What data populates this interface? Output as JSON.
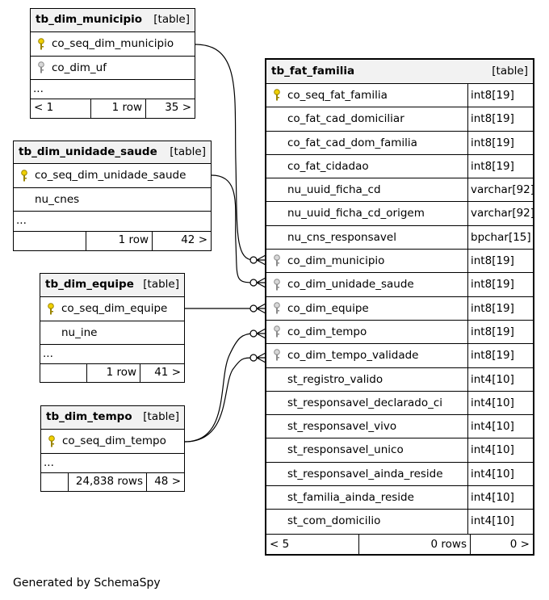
{
  "caption": "Generated by SchemaSpy",
  "tables": {
    "municipio": {
      "name": "tb_dim_municipio",
      "kind": "[table]",
      "columns": [
        {
          "name": "co_seq_dim_municipio",
          "key": "primary"
        },
        {
          "name": "co_dim_uf",
          "key": "foreign"
        }
      ],
      "ellipsis": "...",
      "footer": [
        "< 1",
        "1 row",
        "35 >"
      ]
    },
    "unidade_saude": {
      "name": "tb_dim_unidade_saude",
      "kind": "[table]",
      "columns": [
        {
          "name": "co_seq_dim_unidade_saude",
          "key": "primary"
        },
        {
          "name": "nu_cnes",
          "key": ""
        }
      ],
      "ellipsis": "...",
      "footer": [
        "",
        "1 row",
        "42 >"
      ]
    },
    "equipe": {
      "name": "tb_dim_equipe",
      "kind": "[table]",
      "columns": [
        {
          "name": "co_seq_dim_equipe",
          "key": "primary"
        },
        {
          "name": "nu_ine",
          "key": ""
        }
      ],
      "ellipsis": "...",
      "footer": [
        "",
        "1 row",
        "41 >"
      ]
    },
    "tempo": {
      "name": "tb_dim_tempo",
      "kind": "[table]",
      "columns": [
        {
          "name": "co_seq_dim_tempo",
          "key": "primary"
        }
      ],
      "ellipsis": "...",
      "footer": [
        "",
        "24,838 rows",
        "48 >"
      ]
    },
    "fat_familia": {
      "name": "tb_fat_familia",
      "kind": "[table]",
      "columns": [
        {
          "name": "co_seq_fat_familia",
          "type": "int8[19]",
          "key": "primary"
        },
        {
          "name": "co_fat_cad_domiciliar",
          "type": "int8[19]",
          "key": ""
        },
        {
          "name": "co_fat_cad_dom_familia",
          "type": "int8[19]",
          "key": ""
        },
        {
          "name": "co_fat_cidadao",
          "type": "int8[19]",
          "key": ""
        },
        {
          "name": "nu_uuid_ficha_cd",
          "type": "varchar[92]",
          "key": ""
        },
        {
          "name": "nu_uuid_ficha_cd_origem",
          "type": "varchar[92]",
          "key": ""
        },
        {
          "name": "nu_cns_responsavel",
          "type": "bpchar[15]",
          "key": ""
        },
        {
          "name": "co_dim_municipio",
          "type": "int8[19]",
          "key": "foreign"
        },
        {
          "name": "co_dim_unidade_saude",
          "type": "int8[19]",
          "key": "foreign"
        },
        {
          "name": "co_dim_equipe",
          "type": "int8[19]",
          "key": "foreign"
        },
        {
          "name": "co_dim_tempo",
          "type": "int8[19]",
          "key": "foreign"
        },
        {
          "name": "co_dim_tempo_validade",
          "type": "int8[19]",
          "key": "foreign"
        },
        {
          "name": "st_registro_valido",
          "type": "int4[10]",
          "key": ""
        },
        {
          "name": "st_responsavel_declarado_ci",
          "type": "int4[10]",
          "key": ""
        },
        {
          "name": "st_responsavel_vivo",
          "type": "int4[10]",
          "key": ""
        },
        {
          "name": "st_responsavel_unico",
          "type": "int4[10]",
          "key": ""
        },
        {
          "name": "st_responsavel_ainda_reside",
          "type": "int4[10]",
          "key": ""
        },
        {
          "name": "st_familia_ainda_reside",
          "type": "int4[10]",
          "key": ""
        },
        {
          "name": "st_com_domicilio",
          "type": "int4[10]",
          "key": ""
        }
      ],
      "footer": [
        "< 5",
        "0 rows",
        "0 >"
      ]
    }
  },
  "relationships": [
    {
      "from": "tb_dim_municipio.co_seq_dim_municipio",
      "to": "tb_fat_familia.co_dim_municipio"
    },
    {
      "from": "tb_dim_unidade_saude.co_seq_dim_unidade_saude",
      "to": "tb_fat_familia.co_dim_unidade_saude"
    },
    {
      "from": "tb_dim_equipe.co_seq_dim_equipe",
      "to": "tb_fat_familia.co_dim_equipe"
    },
    {
      "from": "tb_dim_tempo.co_seq_dim_tempo",
      "to": "tb_fat_familia.co_dim_tempo"
    },
    {
      "from": "tb_dim_tempo.co_seq_dim_tempo",
      "to": "tb_fat_familia.co_dim_tempo_validade"
    }
  ]
}
